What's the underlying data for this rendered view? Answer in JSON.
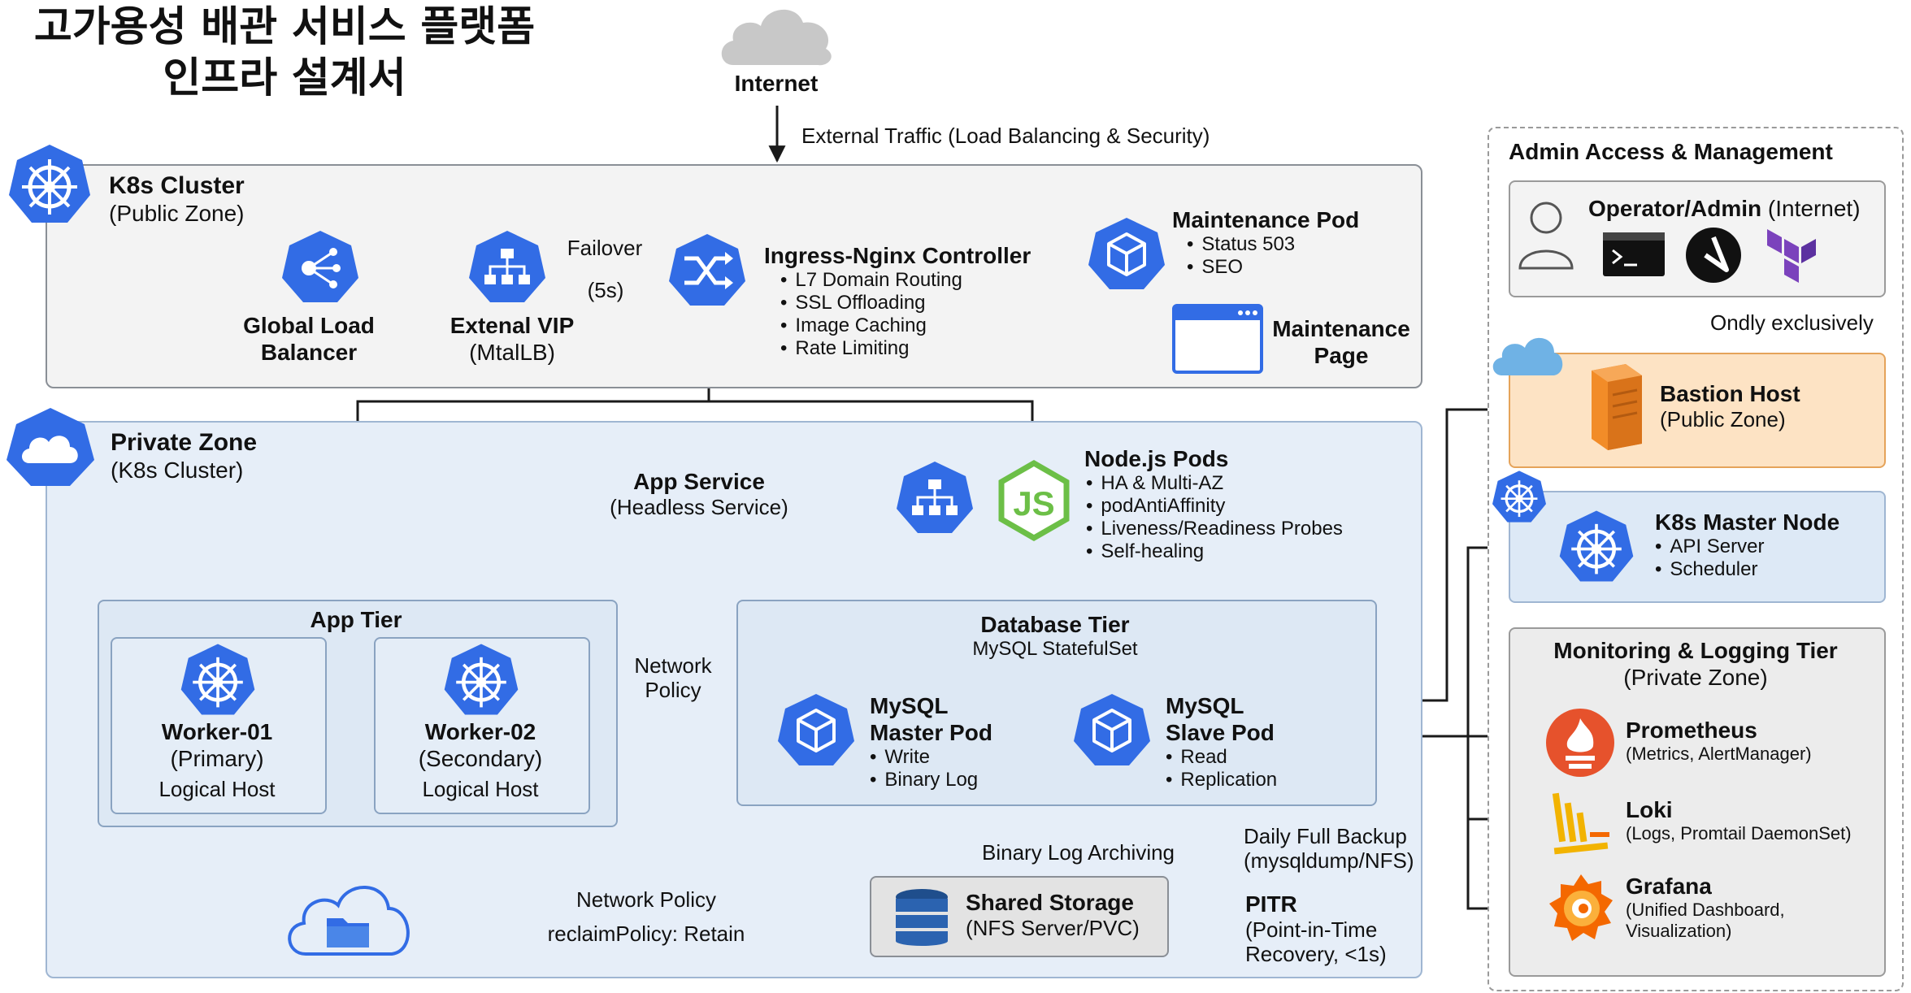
{
  "title_line1": "고가용성 배관 서비스 플랫폼",
  "title_line2": "인프라 설계서",
  "internet": "Internet",
  "external_traffic": "External Traffic (Load Balancing & Security)",
  "k8s_cluster": {
    "title": "K8s Cluster",
    "subtitle": "(Public Zone)"
  },
  "glb": {
    "line1": "Global Load",
    "line2": "Balancer"
  },
  "vip": {
    "title": "Extenal VIP",
    "subtitle": "(MtalLB)"
  },
  "failover": {
    "label": "Failover",
    "time": "(5s)"
  },
  "ingress": {
    "title": "Ingress-Nginx Controller",
    "items": [
      "L7 Domain Routing",
      "SSL Offloading",
      "Image Caching",
      "Rate Limiting"
    ]
  },
  "maintenance_pod": {
    "title": "Maintenance Pod",
    "items": [
      "Status 503",
      "SEO"
    ]
  },
  "maintenance_page": {
    "line1": "Maintenance",
    "line2": "Page"
  },
  "private_zone": {
    "title": "Private Zone",
    "subtitle": "(K8s Cluster)"
  },
  "app_service": {
    "title": "App Service",
    "subtitle": "(Headless Service)"
  },
  "nodejs": {
    "title": "Node.js Pods",
    "items": [
      "HA & Multi-AZ",
      "podAntiAffinity",
      "Liveness/Readiness Probes",
      "Self-healing"
    ]
  },
  "app_tier": {
    "title": "App Tier",
    "workers": [
      {
        "name": "Worker-01",
        "role": "(Primary)",
        "host": "Logical Host"
      },
      {
        "name": "Worker-02",
        "role": "(Secondary)",
        "host": "Logical Host"
      }
    ]
  },
  "network_policy_1": {
    "line1": "Network",
    "line2": "Policy"
  },
  "database_tier": {
    "title": "Database Tier",
    "subtitle": "MySQL StatefulSet",
    "master": {
      "line1": "MySQL",
      "line2": "Master Pod",
      "items": [
        "Write",
        "Binary Log"
      ]
    },
    "slave": {
      "line1": "MySQL",
      "line2": "Slave Pod",
      "items": [
        "Read",
        "Replication"
      ]
    }
  },
  "binary_log_archiving": "Binary Log Archiving",
  "daily_backup": {
    "line1": "Daily Full Backup",
    "line2": "(mysqldump/NFS)"
  },
  "pitr": {
    "title": "PITR",
    "line1": "(Point-in-Time",
    "line2": "Recovery, <1s)"
  },
  "network_policy_2": "Network Policy",
  "reclaim_policy": "reclaimPolicy: Retain",
  "shared_storage": {
    "title": "Shared Storage",
    "subtitle": "(NFS Server/PVC)"
  },
  "admin": {
    "title": "Admin Access & Management",
    "operator_bold": "Operator/Admin",
    "operator_rest": " (Internet)",
    "only_exclusively": "Ondly exclusively",
    "bastion": {
      "title": "Bastion Host",
      "subtitle": "(Public Zone)"
    },
    "master_node": {
      "title": "K8s Master Node",
      "items": [
        "API Server",
        "Scheduler"
      ]
    },
    "monitoring": {
      "title": "Monitoring & Logging Tier",
      "subtitle": "(Private Zone)",
      "tools": [
        {
          "name": "Prometheus",
          "desc1": "(Metrics, AlertManager)",
          "desc2": ""
        },
        {
          "name": "Loki",
          "desc1": "(Logs, Promtail DaemonSet)",
          "desc2": ""
        },
        {
          "name": "Grafana",
          "desc1": "(Unified Dashboard,",
          "desc2": "Visualization)"
        }
      ]
    }
  },
  "colors": {
    "k8s_blue": "#326ce5",
    "arrow": "#1a1a1a",
    "bastion_orange": "#f28c28",
    "prometheus": "#e6522c",
    "grafana": "#f46800",
    "loki": "#f2b300",
    "terraform": "#7b42bc",
    "nodejs": "#6cbf47"
  }
}
